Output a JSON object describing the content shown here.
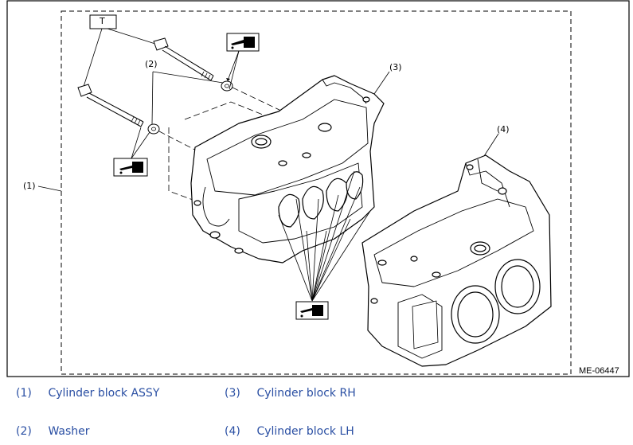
{
  "figure": {
    "id": "ME-06447",
    "torque_label": "T",
    "callouts": [
      "(1)",
      "(2)",
      "(3)",
      "(4)"
    ],
    "icons": [
      "oil-can-icon",
      "oil-can-icon",
      "oil-can-icon"
    ]
  },
  "legend": [
    {
      "num": "(1)",
      "label": "Cylinder block ASSY"
    },
    {
      "num": "(2)",
      "label": "Washer"
    },
    {
      "num": "(3)",
      "label": "Cylinder block RH"
    },
    {
      "num": "(4)",
      "label": "Cylinder block LH"
    }
  ],
  "colors": {
    "legend_text": "#2a4fa3",
    "line": "#000000"
  }
}
